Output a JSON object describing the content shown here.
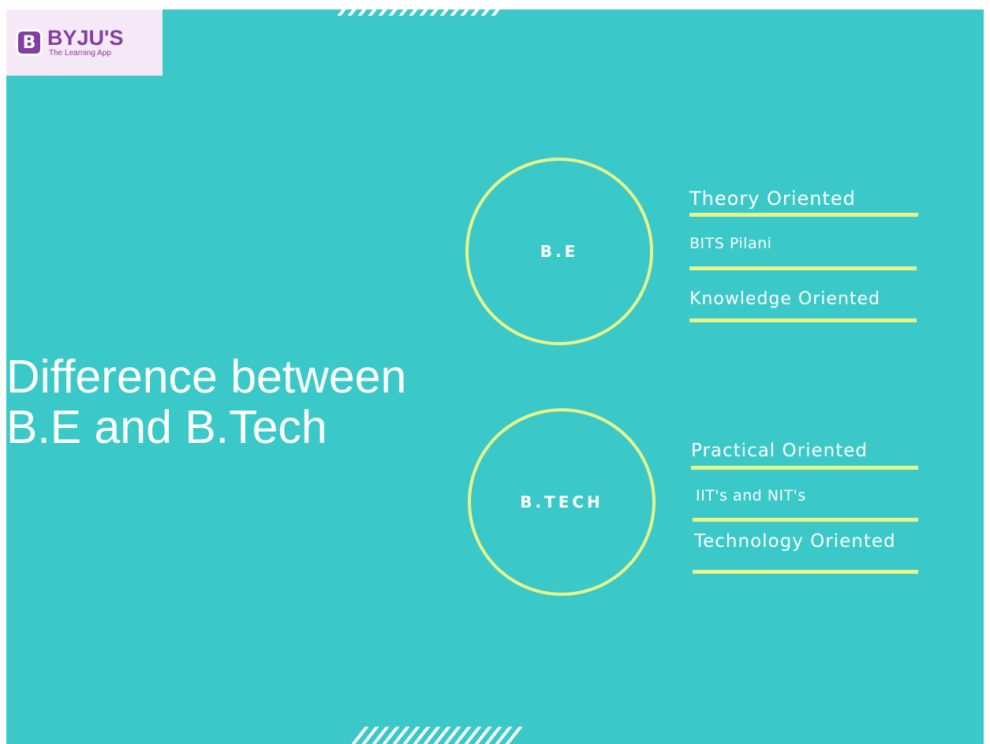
{
  "colors": {
    "background": "#3ac9c8",
    "accent_line": "#e8f58a",
    "logo_background": "#f6e9f7",
    "logo_brand": "#833ea1",
    "text": "#ffffff"
  },
  "logo": {
    "mark_icon": "byjus-b-icon",
    "mark_glyph": "B",
    "name": "BYJU'S",
    "tagline": "The Learning App"
  },
  "title": {
    "line1": "Difference between",
    "line2": "B.E and B.Tech"
  },
  "be": {
    "label": "B.E",
    "points": [
      "Theory Oriented",
      "BITS Pilani",
      "Knowledge Oriented"
    ]
  },
  "btech": {
    "label": "B.TECH",
    "points": [
      "Practical Oriented",
      "IIT's and NIT's",
      "Technology Oriented"
    ]
  }
}
